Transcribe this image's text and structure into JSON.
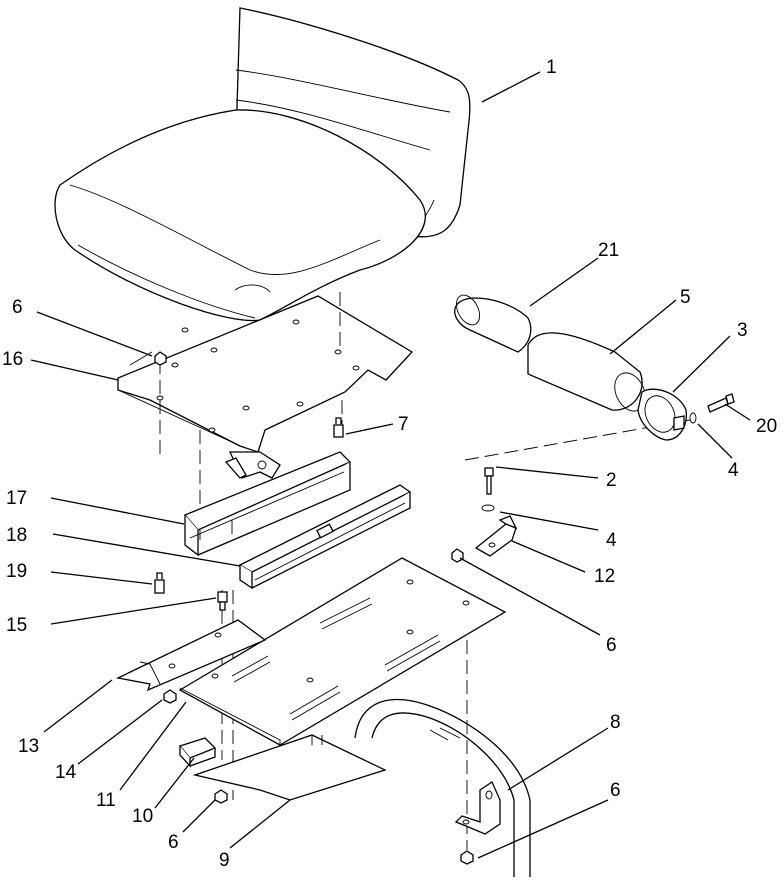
{
  "diagram": {
    "callouts": [
      {
        "id": "c1",
        "label": "1"
      },
      {
        "id": "c21",
        "label": "21"
      },
      {
        "id": "c5",
        "label": "5"
      },
      {
        "id": "c3",
        "label": "3"
      },
      {
        "id": "c6a",
        "label": "6"
      },
      {
        "id": "c16",
        "label": "16"
      },
      {
        "id": "c7",
        "label": "7"
      },
      {
        "id": "c20",
        "label": "20"
      },
      {
        "id": "c4a",
        "label": "4"
      },
      {
        "id": "c2",
        "label": "2"
      },
      {
        "id": "c4b",
        "label": "4"
      },
      {
        "id": "c17",
        "label": "17"
      },
      {
        "id": "c18",
        "label": "18"
      },
      {
        "id": "c12",
        "label": "12"
      },
      {
        "id": "c19",
        "label": "19"
      },
      {
        "id": "c15",
        "label": "15"
      },
      {
        "id": "c6b",
        "label": "6"
      },
      {
        "id": "c13",
        "label": "13"
      },
      {
        "id": "c8",
        "label": "8"
      },
      {
        "id": "c14",
        "label": "14"
      },
      {
        "id": "c11",
        "label": "11"
      },
      {
        "id": "c10",
        "label": "10"
      },
      {
        "id": "c6c",
        "label": "6"
      },
      {
        "id": "c6d",
        "label": "6"
      },
      {
        "id": "c9",
        "label": "9"
      }
    ]
  }
}
